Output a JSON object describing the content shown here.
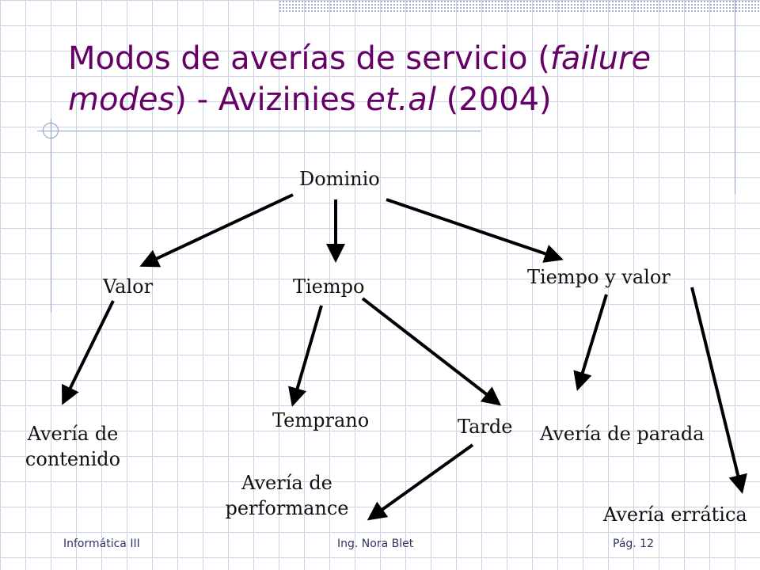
{
  "slide": {
    "title_parts": [
      "Modos de averías de servicio (",
      "failure modes",
      ") - Avizinies ",
      "et.al",
      " (2004)"
    ]
  },
  "diagram": {
    "nodes": {
      "dominio": "Dominio",
      "valor": "Valor",
      "tiempo": "Tiempo",
      "tiempo_y_valor": "Tiempo y valor",
      "averia_contenido": [
        "Avería de",
        "contenido"
      ],
      "temprano": "Temprano",
      "tarde": "Tarde",
      "averia_parada": "Avería de parada",
      "averia_performance": [
        "Avería de",
        "performance"
      ],
      "averia_erratica": "Avería errática"
    }
  },
  "footer": {
    "left": "Informática III",
    "center": "Ing. Nora Blet",
    "right": "Pág. 12"
  }
}
